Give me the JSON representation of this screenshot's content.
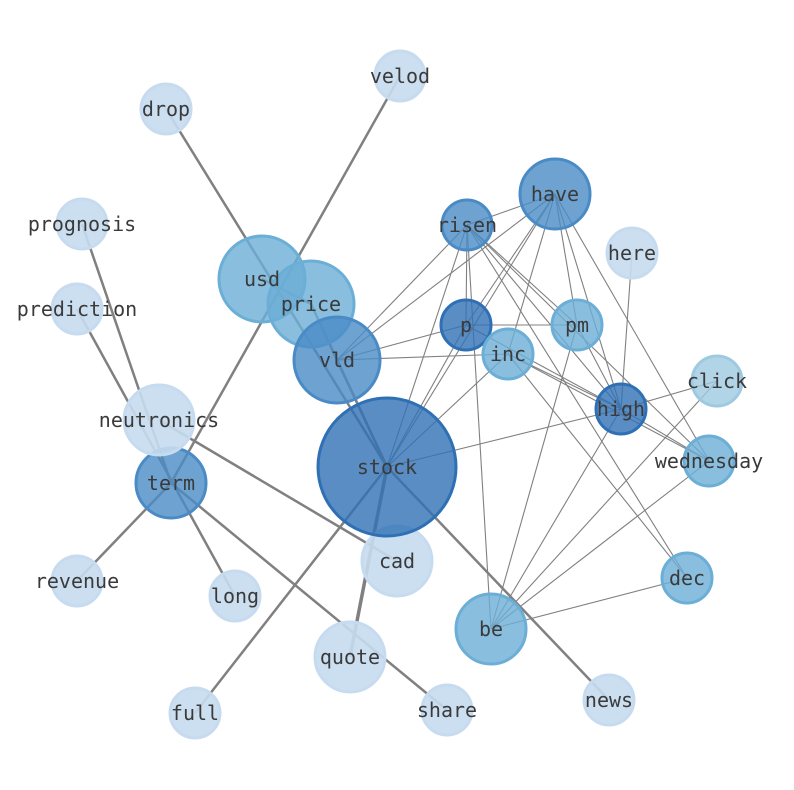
{
  "colors": {
    "edge": "#808080",
    "level_1": "#c6dbef",
    "level_2": "#9ecae1",
    "level_3": "#6baed6",
    "level_4": "#4a8bc6",
    "level_5": "#2f70b5"
  },
  "nodes": [
    {
      "id": "stock",
      "label": "stock",
      "level": 5,
      "size": 5
    },
    {
      "id": "usd",
      "label": "usd",
      "level": 3,
      "size": 3
    },
    {
      "id": "price",
      "label": "price",
      "level": 3,
      "size": 3
    },
    {
      "id": "vld",
      "label": "vld",
      "level": 4,
      "size": 3
    },
    {
      "id": "have",
      "label": "have",
      "level": 4,
      "size": 2
    },
    {
      "id": "risen",
      "label": "risen",
      "level": 4,
      "size": 1
    },
    {
      "id": "p",
      "label": "p",
      "level": 5,
      "size": 1
    },
    {
      "id": "pm",
      "label": "pm",
      "level": 3,
      "size": 1
    },
    {
      "id": "inc",
      "label": "inc",
      "level": 3,
      "size": 1
    },
    {
      "id": "high",
      "label": "high",
      "level": 5,
      "size": 1
    },
    {
      "id": "wednesday",
      "label": "wednesday",
      "level": 3,
      "size": 1
    },
    {
      "id": "click",
      "label": "click",
      "level": 2,
      "size": 1
    },
    {
      "id": "here",
      "label": "here",
      "level": 1,
      "size": 1
    },
    {
      "id": "dec",
      "label": "dec",
      "level": 3,
      "size": 1
    },
    {
      "id": "be",
      "label": "be",
      "level": 3,
      "size": 2
    },
    {
      "id": "news",
      "label": "news",
      "level": 1,
      "size": 1
    },
    {
      "id": "share",
      "label": "share",
      "level": 1,
      "size": 1
    },
    {
      "id": "quote",
      "label": "quote",
      "level": 1,
      "size": 2
    },
    {
      "id": "cad",
      "label": "cad",
      "level": 1,
      "size": 2
    },
    {
      "id": "full",
      "label": "full",
      "level": 1,
      "size": 1
    },
    {
      "id": "long",
      "label": "long",
      "level": 1,
      "size": 1
    },
    {
      "id": "revenue",
      "label": "revenue",
      "level": 1,
      "size": 1
    },
    {
      "id": "term",
      "label": "term",
      "level": 4,
      "size": 2
    },
    {
      "id": "neutronics",
      "label": "neutronics",
      "level": 1,
      "size": 2
    },
    {
      "id": "prediction",
      "label": "prediction",
      "level": 1,
      "size": 1
    },
    {
      "id": "prognosis",
      "label": "prognosis",
      "level": 1,
      "size": 1
    },
    {
      "id": "drop",
      "label": "drop",
      "level": 1,
      "size": 1
    },
    {
      "id": "velod",
      "label": "velod",
      "level": 1,
      "size": 1
    }
  ],
  "edges": [
    {
      "source": "stock",
      "target": "drop",
      "weight": 2
    },
    {
      "source": "stock",
      "target": "price",
      "weight": 2
    },
    {
      "source": "stock",
      "target": "vld",
      "weight": 2
    },
    {
      "source": "stock",
      "target": "quote",
      "weight": 3
    },
    {
      "source": "stock",
      "target": "news",
      "weight": 2
    },
    {
      "source": "stock",
      "target": "full",
      "weight": 2
    },
    {
      "source": "stock",
      "target": "risen",
      "weight": 1
    },
    {
      "source": "stock",
      "target": "have",
      "weight": 1
    },
    {
      "source": "stock",
      "target": "p",
      "weight": 1
    },
    {
      "source": "stock",
      "target": "inc",
      "weight": 1
    },
    {
      "source": "stock",
      "target": "high",
      "weight": 1
    },
    {
      "source": "usd",
      "target": "price",
      "weight": 2
    },
    {
      "source": "term",
      "target": "velod",
      "weight": 2
    },
    {
      "source": "term",
      "target": "revenue",
      "weight": 2
    },
    {
      "source": "term",
      "target": "share",
      "weight": 2
    },
    {
      "source": "term",
      "target": "prognosis",
      "weight": 2
    },
    {
      "source": "neutronics",
      "target": "cad",
      "weight": 2
    },
    {
      "source": "prediction",
      "target": "long",
      "weight": 2
    },
    {
      "source": "vld",
      "target": "risen",
      "weight": 1
    },
    {
      "source": "vld",
      "target": "have",
      "weight": 1
    },
    {
      "source": "vld",
      "target": "p",
      "weight": 1
    },
    {
      "source": "vld",
      "target": "inc",
      "weight": 1
    },
    {
      "source": "have",
      "target": "risen",
      "weight": 1
    },
    {
      "source": "have",
      "target": "p",
      "weight": 1
    },
    {
      "source": "have",
      "target": "pm",
      "weight": 1
    },
    {
      "source": "have",
      "target": "inc",
      "weight": 1
    },
    {
      "source": "have",
      "target": "high",
      "weight": 1
    },
    {
      "source": "have",
      "target": "wednesday",
      "weight": 1
    },
    {
      "source": "risen",
      "target": "p",
      "weight": 1
    },
    {
      "source": "risen",
      "target": "pm",
      "weight": 1
    },
    {
      "source": "risen",
      "target": "high",
      "weight": 1
    },
    {
      "source": "risen",
      "target": "wednesday",
      "weight": 1
    },
    {
      "source": "risen",
      "target": "dec",
      "weight": 1
    },
    {
      "source": "p",
      "target": "pm",
      "weight": 1
    },
    {
      "source": "p",
      "target": "high",
      "weight": 1
    },
    {
      "source": "inc",
      "target": "high",
      "weight": 1
    },
    {
      "source": "inc",
      "target": "wednesday",
      "weight": 1
    },
    {
      "source": "inc",
      "target": "dec",
      "weight": 1
    },
    {
      "source": "pm",
      "target": "high",
      "weight": 1
    },
    {
      "source": "pm",
      "target": "be",
      "weight": 1
    },
    {
      "source": "high",
      "target": "here",
      "weight": 1
    },
    {
      "source": "high",
      "target": "click",
      "weight": 1
    },
    {
      "source": "high",
      "target": "wednesday",
      "weight": 1
    },
    {
      "source": "high",
      "target": "be",
      "weight": 1
    },
    {
      "source": "be",
      "target": "click",
      "weight": 1
    },
    {
      "source": "be",
      "target": "wednesday",
      "weight": 1
    },
    {
      "source": "be",
      "target": "dec",
      "weight": 1
    },
    {
      "source": "be",
      "target": "risen",
      "weight": 1
    }
  ]
}
